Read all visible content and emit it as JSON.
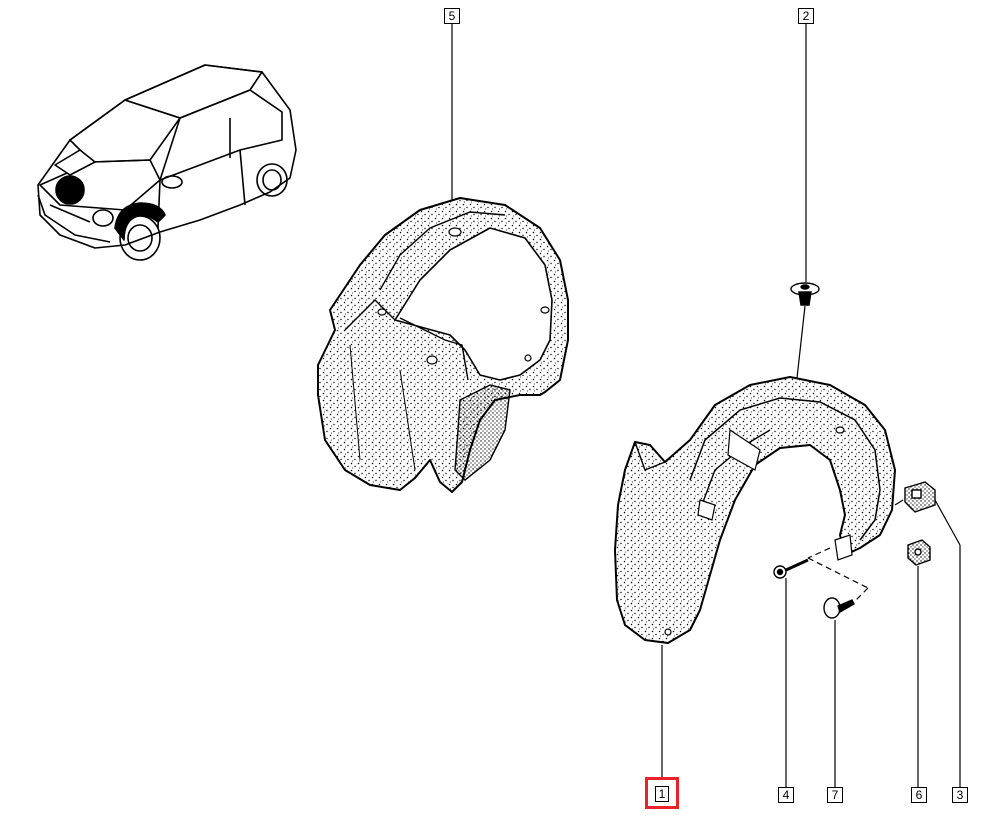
{
  "callouts": {
    "c1": "1",
    "c2": "2",
    "c3": "3",
    "c4": "4",
    "c5": "5",
    "c6": "6",
    "c7": "7"
  },
  "colors": {
    "line": "#000000",
    "highlight": "#e8222a",
    "background": "#ffffff"
  }
}
